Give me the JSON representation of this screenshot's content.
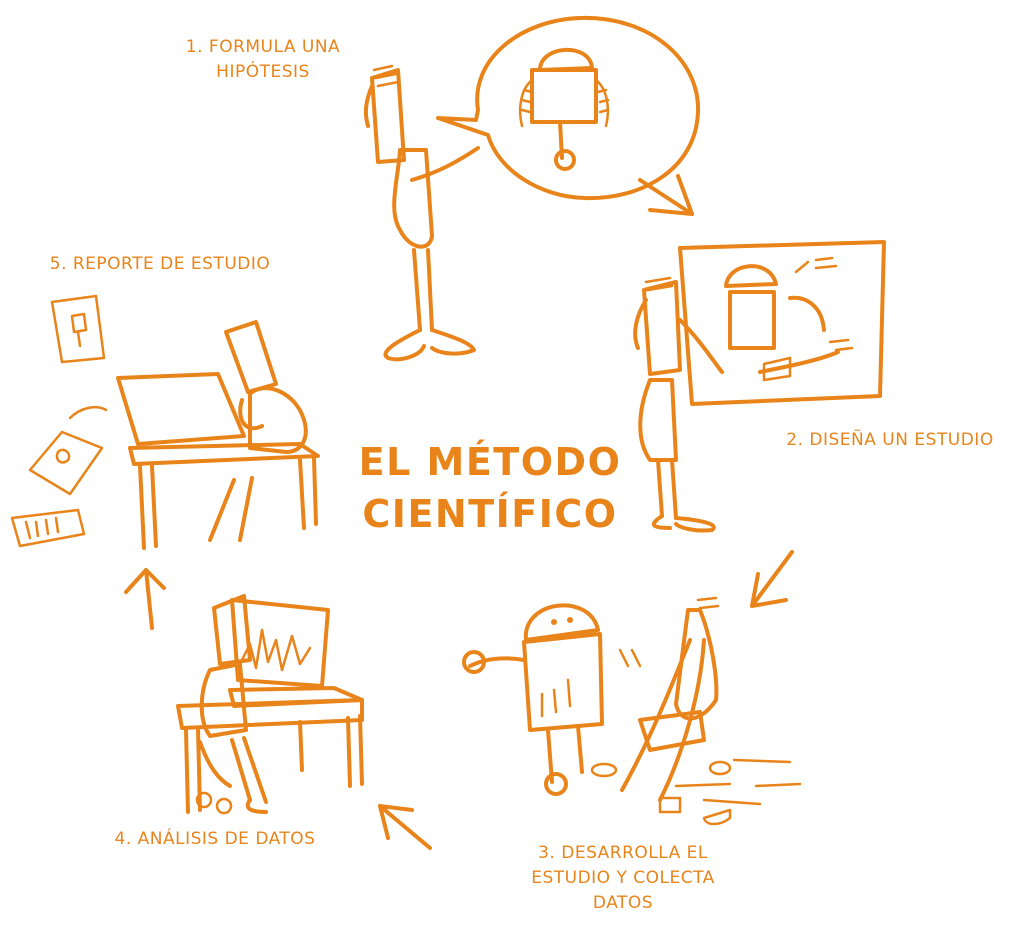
{
  "title": {
    "line1": "EL MÉTODO",
    "line2": "CIENTÍFICO"
  },
  "steps": [
    {
      "line1": "1. FORMULA UNA",
      "line2": "HIPÓTESIS"
    },
    {
      "line1": "2. DISEÑA UN ESTUDIO"
    },
    {
      "line1": "3. DESARROLLA EL",
      "line2": "ESTUDIO Y COLECTA",
      "line3": "DATOS"
    },
    {
      "line1": "4. ANÁLISIS DE DATOS"
    },
    {
      "line1": "5. REPORTE DE ESTUDIO"
    }
  ],
  "colors": {
    "ink": "#e8841a",
    "background": "#ffffff"
  },
  "icons": [
    "thinking-figure-illustration",
    "design-board-illustration",
    "robot-building-illustration",
    "computer-analysis-illustration",
    "printer-report-illustration",
    "cycle-arrow-icon"
  ]
}
